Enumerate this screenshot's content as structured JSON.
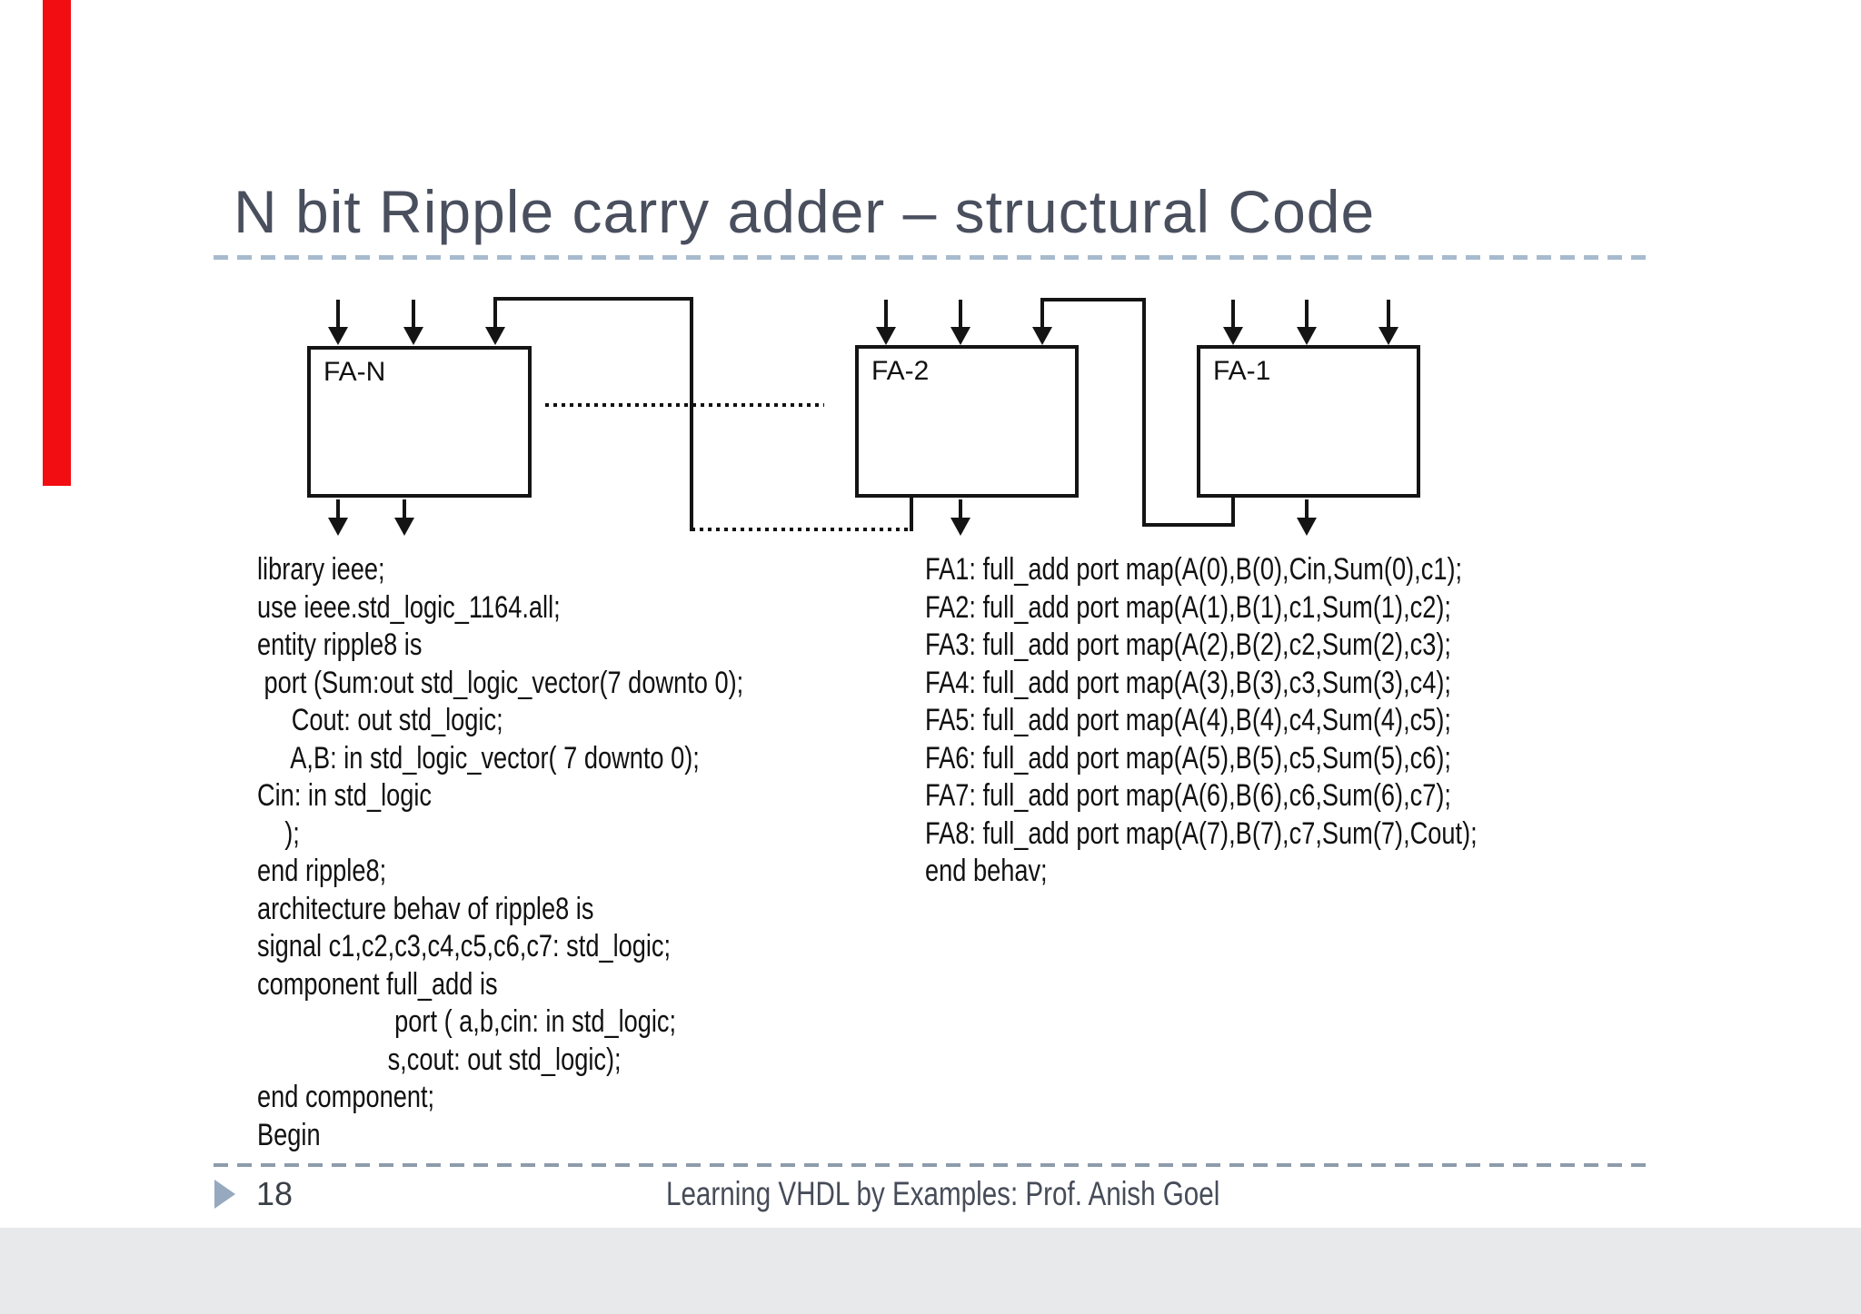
{
  "slide": {
    "title": "N bit Ripple carry adder – structural Code",
    "page_number": "18",
    "footer_text": "Learning VHDL by Examples: Prof. Anish Goel"
  },
  "diagram": {
    "boxes": [
      {
        "label": "FA-N"
      },
      {
        "label": "FA-2"
      },
      {
        "label": "FA-1"
      }
    ]
  },
  "code_left": {
    "lines": [
      "library ieee;",
      "use ieee.std_logic_1164.all;",
      "entity ripple8 is",
      " port (Sum:out std_logic_vector(7 downto 0);",
      "     Cout: out std_logic;",
      "     A,B: in std_logic_vector( 7 downto 0);",
      "Cin: in std_logic",
      "    );",
      "end ripple8;",
      "architecture behav of ripple8 is",
      "signal c1,c2,c3,c4,c5,c6,c7: std_logic;",
      "component full_add is",
      "                    port ( a,b,cin: in std_logic;",
      "                   s,cout: out std_logic);",
      "end component;",
      "Begin"
    ]
  },
  "code_right": {
    "lines": [
      "FA1: full_add port map(A(0),B(0),Cin,Sum(0),c1);",
      "FA2: full_add port map(A(1),B(1),c1,Sum(1),c2);",
      "FA3: full_add port map(A(2),B(2),c2,Sum(2),c3);",
      "FA4: full_add port map(A(3),B(3),c3,Sum(3),c4);",
      "FA5: full_add port map(A(4),B(4),c4,Sum(4),c5);",
      "FA6: full_add port map(A(5),B(5),c5,Sum(5),c6);",
      "FA7: full_add port map(A(6),B(6),c6,Sum(6),c7);",
      "FA8: full_add port map(A(7),B(7),c7,Sum(7),Cout);",
      "end behav;"
    ]
  },
  "colors": {
    "title_text": "#4a4f5e",
    "title_rule_dash": "#a7bace",
    "footer_rule_dash": "#8d9cab",
    "page_marker_triangle": "#96a9bf",
    "code_text": "#111111",
    "diagram_lines": "#141414",
    "red_bar": "#f20d12",
    "bottom_band": "#e8e9eb"
  }
}
